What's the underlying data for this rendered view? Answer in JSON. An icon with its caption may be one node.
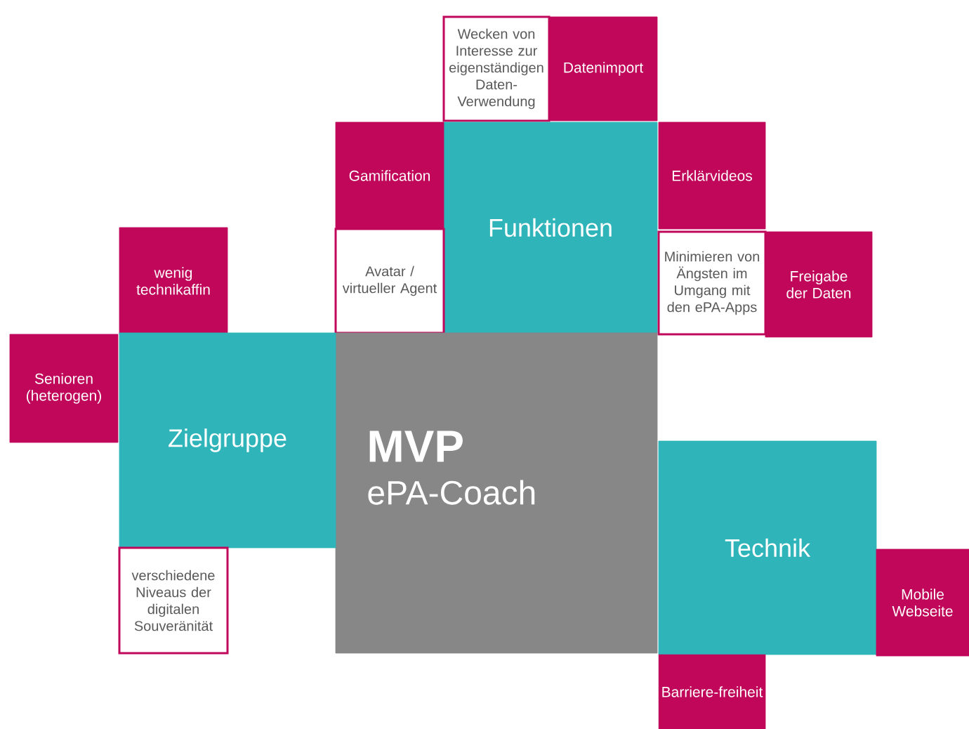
{
  "diagram": {
    "nodes": [
      {
        "text": [
          "Wecken von Interesse zur eigenständigen Daten-Verwendung"
        ]
      },
      {
        "text": [
          "Datenimport"
        ]
      },
      {
        "text": [
          "Funktionen"
        ]
      },
      {
        "text": [
          "Gamification"
        ]
      },
      {
        "text": [
          "Erklärvideos"
        ]
      },
      {
        "text": [
          "wenig technikaffin"
        ]
      },
      {
        "text": [
          "Avatar / virtueller Agent"
        ]
      },
      {
        "text": [
          "Minimieren von Ängsten im Umgang mit den ePA-Apps"
        ]
      },
      {
        "text": [
          "Freigabe der Daten"
        ]
      },
      {
        "text": [
          "MVP",
          "ePA-Coach"
        ]
      },
      {
        "text": [
          "Senioren (heterogen)"
        ]
      },
      {
        "text": [
          "Zielgruppe"
        ]
      },
      {
        "text": [
          "Technik"
        ]
      },
      {
        "text": [
          "verschiedene Niveaus der digitalen Souveränität"
        ]
      },
      {
        "text": [
          "Mobile Webseite"
        ]
      },
      {
        "text": [
          "Barriere-freiheit"
        ]
      }
    ]
  }
}
